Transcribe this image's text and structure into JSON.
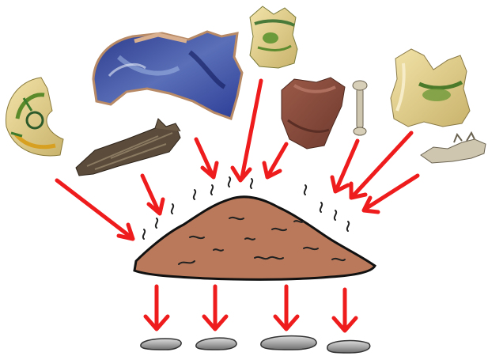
{
  "diagram": {
    "colors": {
      "arrow": "#ee1c1c",
      "heap_fill": "#b9795a",
      "heap_outline": "#111111",
      "stone_fill": "#9a9a9a",
      "background": "#ffffff"
    },
    "objects": [
      {
        "name": "tin-glazed-plate-fragment-icon"
      },
      {
        "name": "blue-white-pottery-sherd-icon"
      },
      {
        "name": "glazed-jar-rim-fragment-icon"
      },
      {
        "name": "wood-fragment-icon"
      },
      {
        "name": "red-earthenware-sherd-icon"
      },
      {
        "name": "long-bone-icon"
      },
      {
        "name": "glazed-jug-neck-icon"
      },
      {
        "name": "jaw-bone-icon"
      }
    ],
    "heap": {
      "name": "decomposing-soil-heap"
    },
    "outputs": [
      {
        "name": "residue-stone-1"
      },
      {
        "name": "residue-stone-2"
      },
      {
        "name": "residue-stone-3"
      },
      {
        "name": "residue-stone-4"
      }
    ]
  }
}
